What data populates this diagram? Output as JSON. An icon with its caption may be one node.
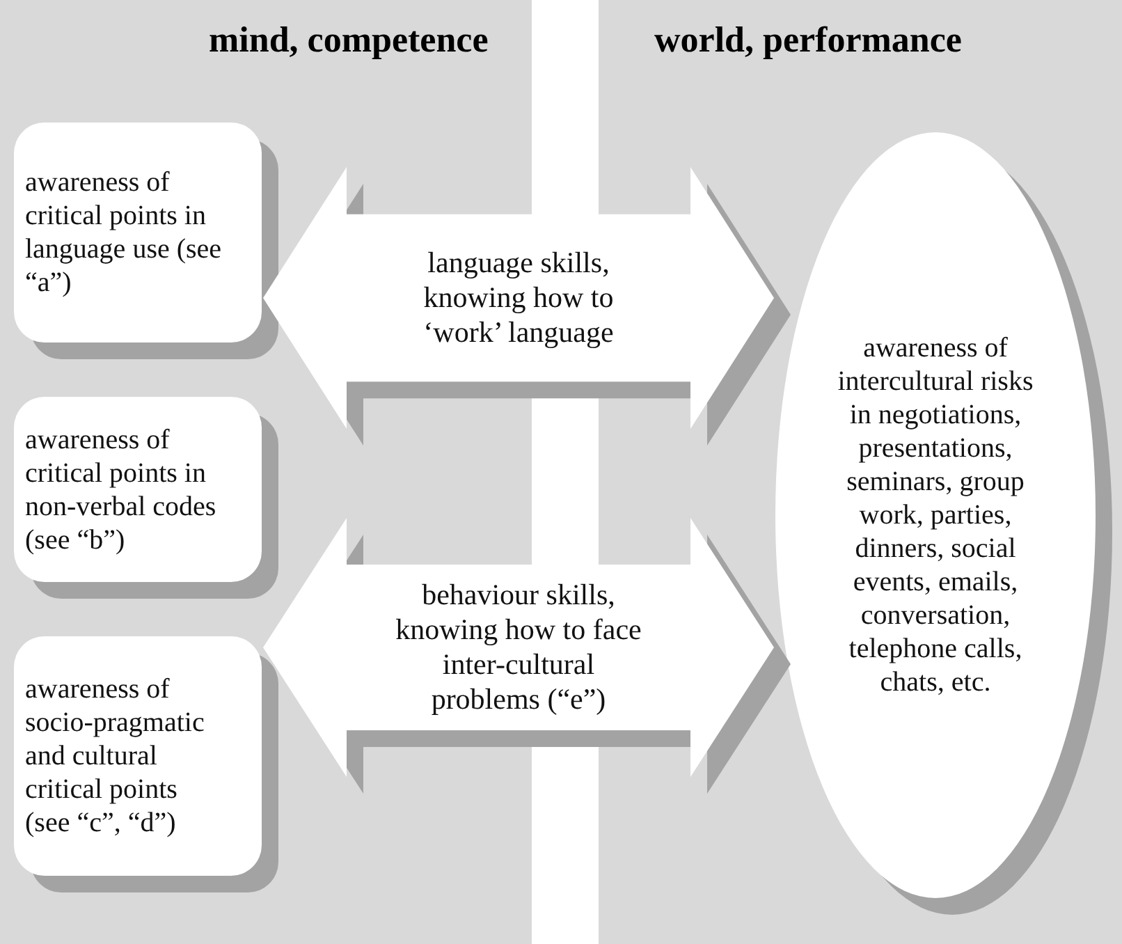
{
  "diagram": {
    "nodes": [
      {
        "text": [
          "mind, competence"
        ]
      },
      {
        "text": [
          "awareness of critical points in language use (see “a”)"
        ],
        "in": 0
      },
      {
        "text": [
          "awareness of critical points in non-verbal codes (see “b”)"
        ],
        "in": 0
      },
      {
        "text": [
          "awareness of socio-pragmatic and cultural critical points (see “c”, “d”)"
        ],
        "in": 0
      },
      {
        "text": [
          "world, performance"
        ]
      },
      {
        "text": [
          "awareness of intercultural risks in negotiations, presentations, seminars, group work, parties, dinners, social events, emails, conversation, telephone calls, chats, etc."
        ],
        "in": 4
      }
    ],
    "edges": [
      {
        "from": 1,
        "to": 5,
        "arrow": "both",
        "label": "language skills, knowing how to ‘work’ language"
      },
      {
        "from": 3,
        "to": 5,
        "arrow": "both",
        "label": "behaviour skills, knowing how to face inter-cultural problems (“e”)"
      }
    ]
  }
}
